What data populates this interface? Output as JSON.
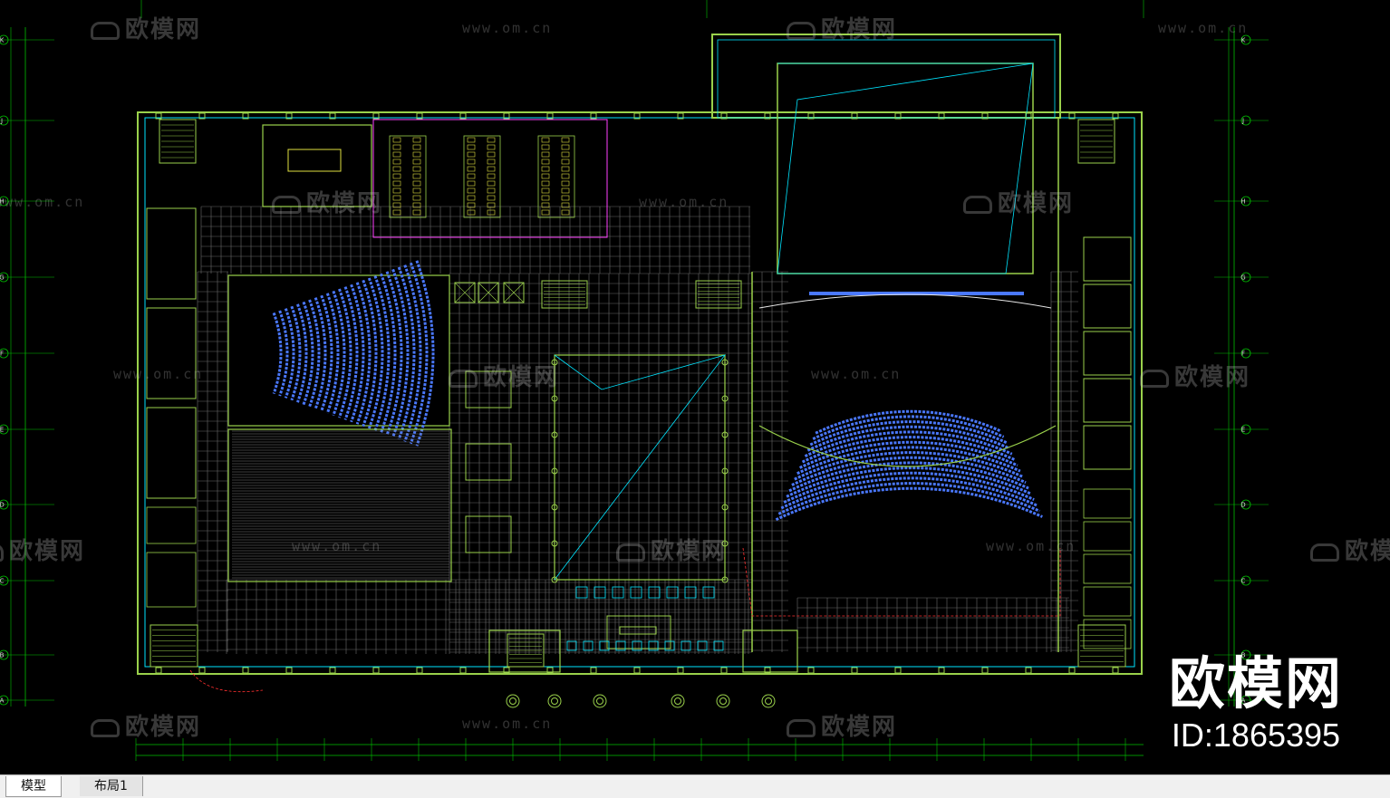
{
  "watermark": {
    "brand": "欧模网",
    "url": "www.om.cn"
  },
  "brand_overlay": {
    "name": "欧模网",
    "id_text": "ID:1865395"
  },
  "tabs": [
    {
      "label": "模型",
      "active": true
    },
    {
      "label": "布局1",
      "active": false
    }
  ],
  "grid_axes": [
    "K",
    "J",
    "H",
    "G",
    "F",
    "E",
    "D",
    "C",
    "B",
    "A"
  ],
  "colors": {
    "background": "#000000",
    "walls": "#9ad14b",
    "windows": "#00e5ff",
    "seats": "#4a78ff",
    "dimensions": "#00c000",
    "red_line": "#ff3030",
    "magenta": "#ff40ff",
    "yellow": "#e0e040"
  }
}
